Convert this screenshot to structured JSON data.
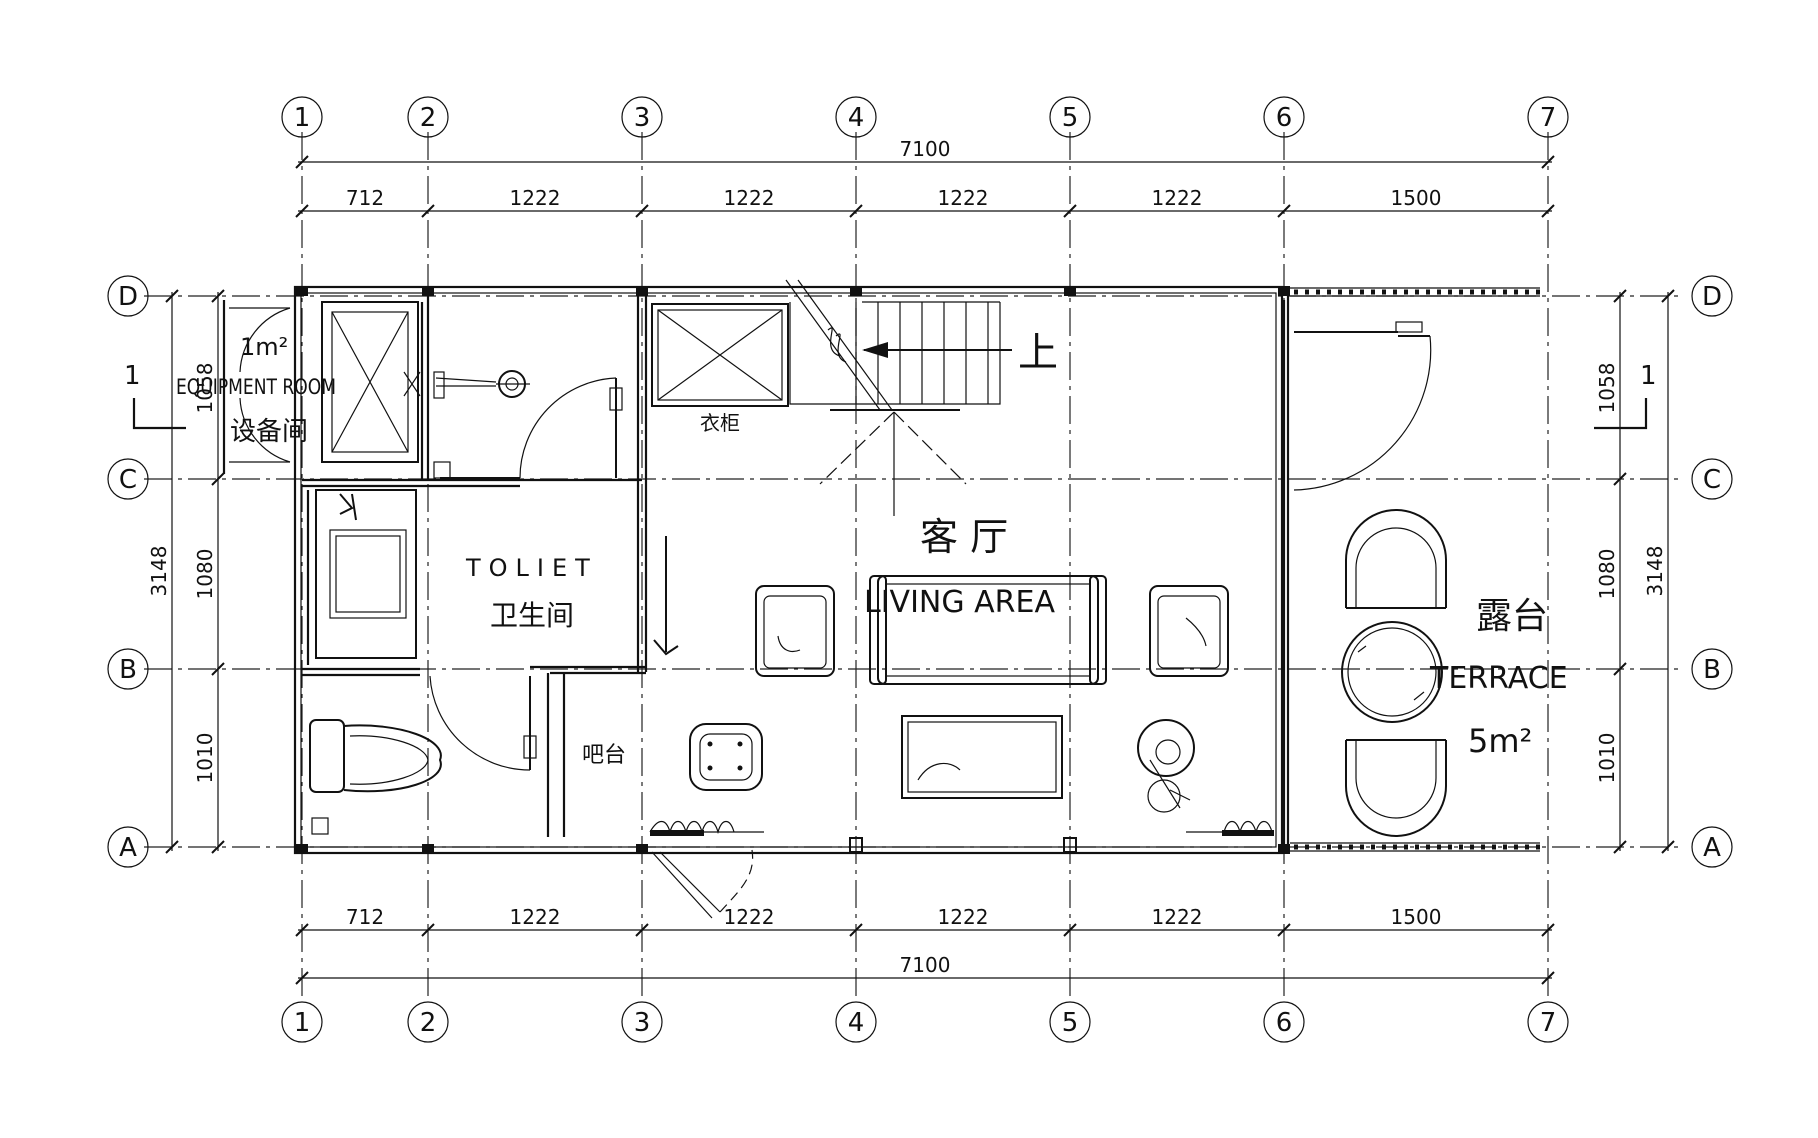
{
  "grid": {
    "columns": [
      "1",
      "2",
      "3",
      "4",
      "5",
      "6",
      "7"
    ],
    "rows": [
      "D",
      "C",
      "B",
      "A"
    ]
  },
  "dimensions": {
    "top_total": "7100",
    "top_segments": [
      "712",
      "1222",
      "1222",
      "1222",
      "1222",
      "1500"
    ],
    "bottom_total": "7100",
    "bottom_segments": [
      "712",
      "1222",
      "1222",
      "1222",
      "1222",
      "1500"
    ],
    "left_total": "3148",
    "left_segments": [
      "1058",
      "1080",
      "1010"
    ],
    "right_total": "3148",
    "right_segments": [
      "1058",
      "1080",
      "1010"
    ]
  },
  "section_marks": {
    "left": "1",
    "right": "1"
  },
  "rooms": {
    "equipment_area": "1m²",
    "equipment_en": "EQUIPMENT ROOM",
    "equipment_cn": "设备间",
    "toilet_en": "TOLIET",
    "toilet_cn": "卫生间",
    "wardrobe_cn": "衣柜",
    "bar_cn": "吧台",
    "living_cn": "客  厅",
    "living_en": "LIVING   AREA",
    "terrace_cn": "露台",
    "terrace_en": "TERRACE",
    "terrace_area": "5m²",
    "stair_up": "上"
  }
}
